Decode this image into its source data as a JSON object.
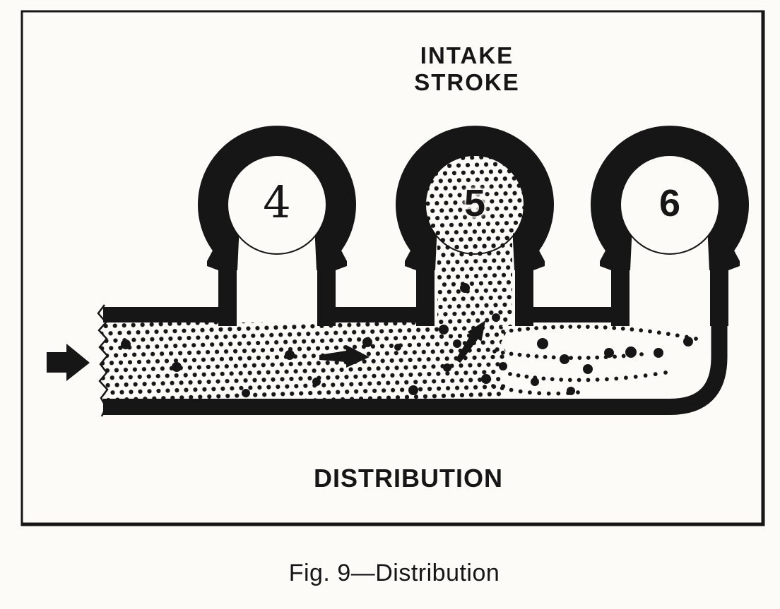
{
  "figure": {
    "intake_label": {
      "line1": "INTAKE",
      "line2": "STROKE"
    },
    "cylinders": [
      {
        "number": "4",
        "mixture_in_bore": false
      },
      {
        "number": "5",
        "mixture_in_bore": true
      },
      {
        "number": "6",
        "mixture_in_bore": false
      }
    ],
    "distribution_label": "DISTRIBUTION",
    "caption": "Fig. 9—Distribution",
    "icons": {
      "inlet_arrow": "right-block-arrow",
      "flow_arrow_1": "right-flow-arrow",
      "flow_arrow_2": "up-right-flow-arrow"
    },
    "colors": {
      "ink": "#161616",
      "paper": "#fcfbf8"
    }
  }
}
